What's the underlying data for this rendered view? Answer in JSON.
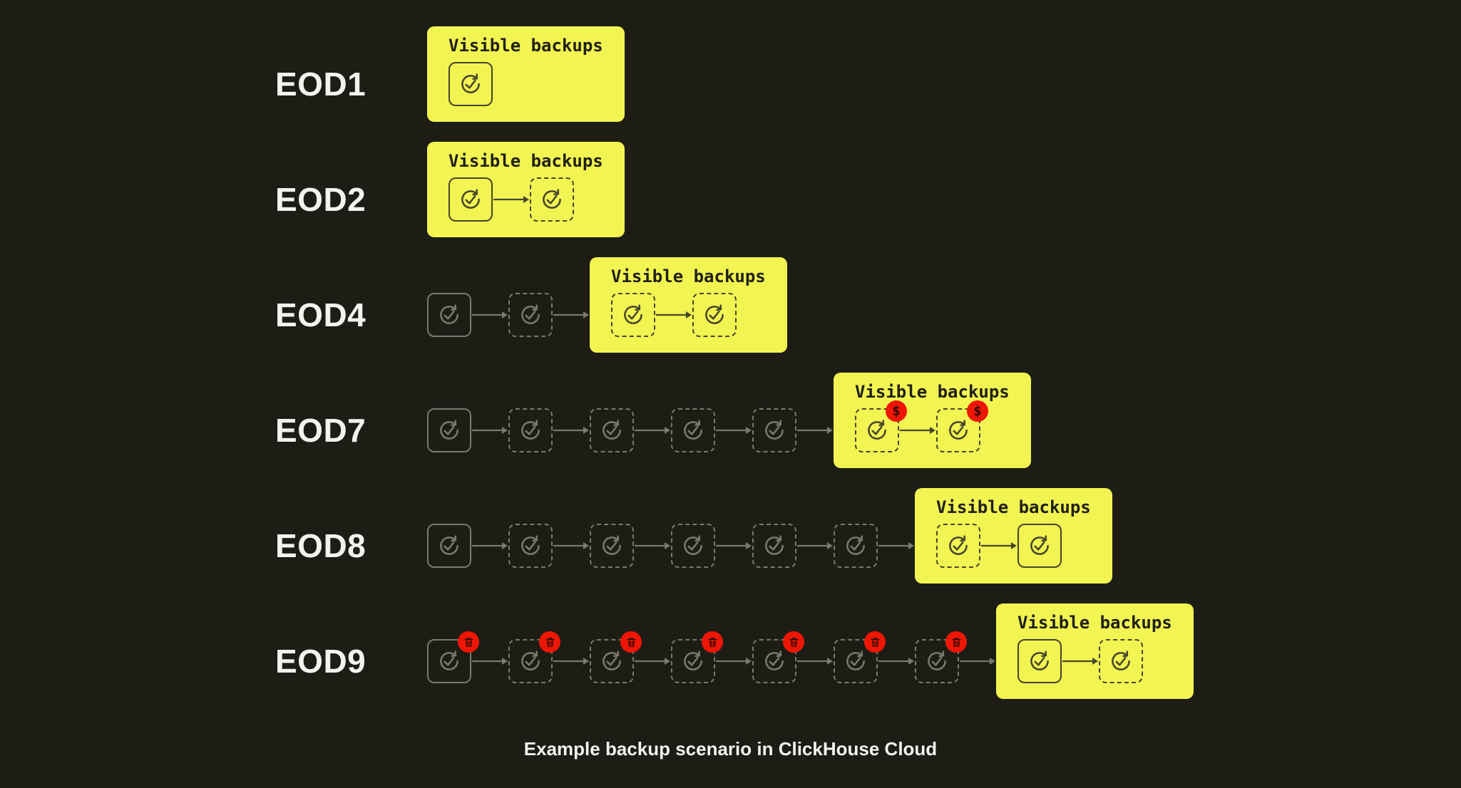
{
  "caption": "Example backup scenario in ClickHouse Cloud",
  "visible_backups_label": "Visible backups",
  "badge_symbols": {
    "dollar": "$"
  },
  "colors": {
    "background": "#1d1d16",
    "highlight_yellow": "#f2f452",
    "chain_gray": "#79796e",
    "chain_dark": "#45452c",
    "badge_red": "#ee1606",
    "label_text": "#f2f2ee",
    "box_text": "#20201a"
  },
  "rows": [
    {
      "label": "EOD1",
      "outside": [],
      "box": [
        {
          "style": "solid",
          "badge": null
        }
      ]
    },
    {
      "label": "EOD2",
      "outside": [],
      "box": [
        {
          "style": "solid",
          "badge": null
        },
        {
          "style": "dashed",
          "badge": null
        }
      ]
    },
    {
      "label": "EOD4",
      "outside": [
        {
          "style": "solid",
          "badge": null
        },
        {
          "style": "dashed",
          "badge": null
        }
      ],
      "box": [
        {
          "style": "dashed",
          "badge": null
        },
        {
          "style": "dashed",
          "badge": null
        }
      ]
    },
    {
      "label": "EOD7",
      "outside": [
        {
          "style": "solid",
          "badge": null
        },
        {
          "style": "dashed",
          "badge": null
        },
        {
          "style": "dashed",
          "badge": null
        },
        {
          "style": "dashed",
          "badge": null
        },
        {
          "style": "dashed",
          "badge": null
        }
      ],
      "box": [
        {
          "style": "dashed",
          "badge": "dollar"
        },
        {
          "style": "dashed",
          "badge": "dollar"
        }
      ]
    },
    {
      "label": "EOD8",
      "outside": [
        {
          "style": "solid",
          "badge": null
        },
        {
          "style": "dashed",
          "badge": null
        },
        {
          "style": "dashed",
          "badge": null
        },
        {
          "style": "dashed",
          "badge": null
        },
        {
          "style": "dashed",
          "badge": null
        },
        {
          "style": "dashed",
          "badge": null
        }
      ],
      "box": [
        {
          "style": "dashed",
          "badge": null
        },
        {
          "style": "solid",
          "badge": null
        }
      ]
    },
    {
      "label": "EOD9",
      "outside": [
        {
          "style": "solid",
          "badge": "trash"
        },
        {
          "style": "dashed",
          "badge": "trash"
        },
        {
          "style": "dashed",
          "badge": "trash"
        },
        {
          "style": "dashed",
          "badge": "trash"
        },
        {
          "style": "dashed",
          "badge": "trash"
        },
        {
          "style": "dashed",
          "badge": "trash"
        },
        {
          "style": "dashed",
          "badge": "trash"
        }
      ],
      "box": [
        {
          "style": "solid",
          "badge": null
        },
        {
          "style": "dashed",
          "badge": null
        }
      ]
    }
  ]
}
